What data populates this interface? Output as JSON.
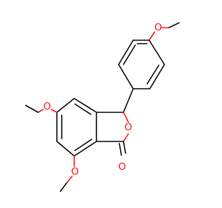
{
  "molecule": {
    "atoms": [
      {
        "id": "o_top",
        "element": "O",
        "label": "O",
        "color": "#ff0d0d"
      },
      {
        "id": "o_ring",
        "element": "O",
        "label": "O",
        "color": "#ff0d0d"
      },
      {
        "id": "o_left",
        "element": "O",
        "label": "O",
        "color": "#ff0d0d"
      },
      {
        "id": "o_bottom",
        "element": "O",
        "label": "O",
        "color": "#ff0d0d"
      },
      {
        "id": "o_carbonyl",
        "element": "O",
        "label": "O",
        "color": "#ff0d0d"
      }
    ],
    "colors": {
      "bond": "#000000",
      "heteroatom": "#ff0d0d",
      "background": "#ffffff"
    }
  }
}
